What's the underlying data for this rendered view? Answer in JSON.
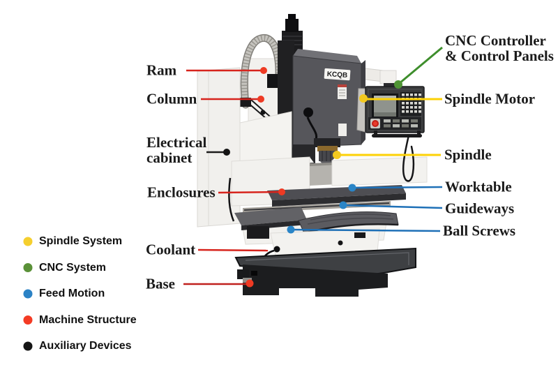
{
  "title": "CNC milling machine labeled parts diagram",
  "machine": {
    "brand_label": "KCQB"
  },
  "legend": {
    "items": [
      {
        "label": "Spindle System",
        "color": "#f5cf2e"
      },
      {
        "label": "CNC System",
        "color": "#5a9138"
      },
      {
        "label": "Feed Motion",
        "color": "#2b82c5"
      },
      {
        "label": "Machine Structure",
        "color": "#f43b24"
      },
      {
        "label": "Auxiliary Devices",
        "color": "#151515"
      }
    ]
  },
  "callouts": {
    "left": [
      {
        "label": "Ram",
        "category": "Machine Structure",
        "line_color": "#d7241d",
        "dot_color": "#ee3a23"
      },
      {
        "label": "Column",
        "category": "Machine Structure",
        "line_color": "#d7241d",
        "dot_color": "#ee3a23"
      },
      {
        "label": "Electrical cabinet",
        "lines": [
          "Electrical",
          "cabinet"
        ],
        "category": "Auxiliary Devices",
        "line_color": "#1c1c1c",
        "dot_color": "#141414"
      },
      {
        "label": "Enclosures",
        "category": "Machine Structure",
        "line_color": "#d7241d",
        "dot_color": "#ee3a23"
      },
      {
        "label": "Coolant",
        "category": "Machine Structure",
        "line_color": "#d7241d",
        "dot_color": "#ee3a23"
      },
      {
        "label": "Base",
        "category": "Machine Structure",
        "line_color": "#c0211e",
        "dot_color": "#ee3a23"
      }
    ],
    "right": [
      {
        "label": "CNC Controller & Control Panels",
        "lines": [
          "CNC Controller",
          "& Control Panels"
        ],
        "category": "CNC System",
        "line_color": "#3e8e2c",
        "dot_color": "#4f9434"
      },
      {
        "label": "Spindle Motor",
        "category": "Spindle System",
        "line_color": "#fdd206",
        "dot_color": "#f2c81e"
      },
      {
        "label": "Spindle",
        "category": "Spindle System",
        "line_color": "#fdd206",
        "dot_color": "#f2c81e"
      },
      {
        "label": "Worktable",
        "category": "Feed Motion",
        "line_color": "#1e70b7",
        "dot_color": "#2a85c7"
      },
      {
        "label": "Guideways",
        "category": "Feed Motion",
        "line_color": "#1e70b7",
        "dot_color": "#2a85c7"
      },
      {
        "label": "Ball Screws",
        "category": "Feed Motion",
        "line_color": "#1e70b7",
        "dot_color": "#2a85c7"
      }
    ]
  }
}
